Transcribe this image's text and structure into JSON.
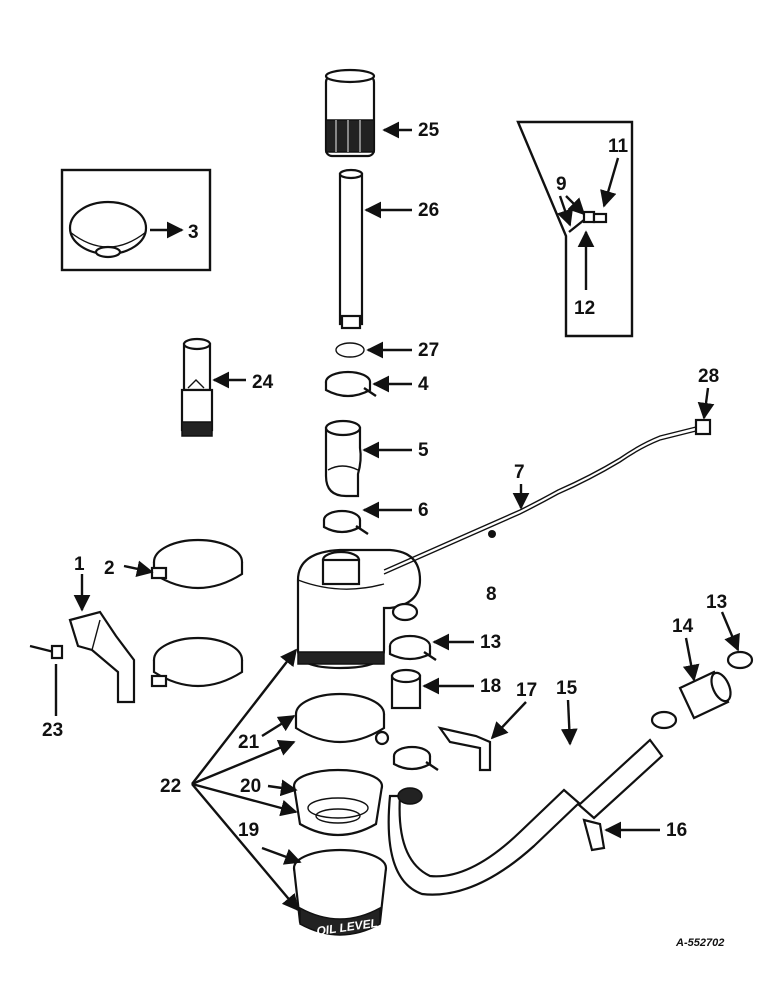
{
  "drawing_number": "A-552702",
  "callouts": [
    "1",
    "2",
    "3",
    "4",
    "5",
    "6",
    "7",
    "8",
    "9",
    "11",
    "12",
    "13",
    "14",
    "15",
    "16",
    "17",
    "18",
    "19",
    "20",
    "21",
    "22",
    "23",
    "24",
    "25",
    "26",
    "27",
    "28"
  ],
  "colors": {
    "ink": "#111111",
    "paper": "#ffffff",
    "shade": "#c9c9c9"
  },
  "band_text": "OIL LEVEL"
}
